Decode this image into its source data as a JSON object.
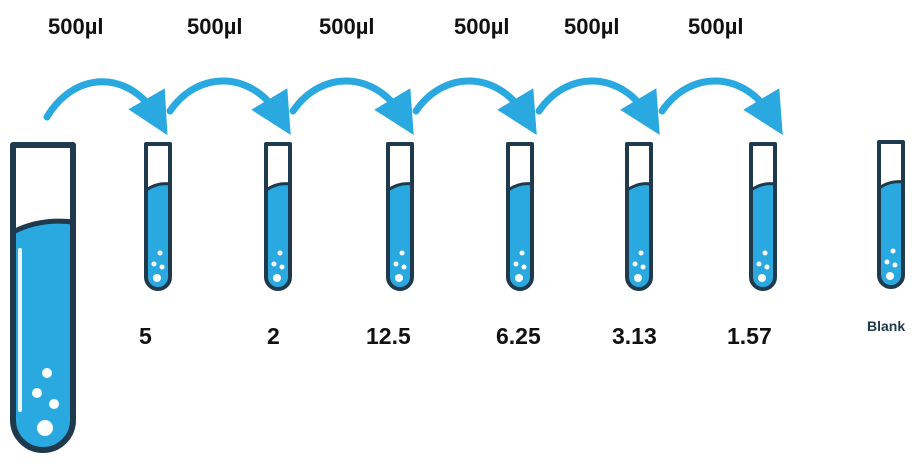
{
  "transfer_volumes": [
    "500µl",
    "500µl",
    "500µl",
    "500µl",
    "500µl",
    "500µl"
  ],
  "tubes": [
    {
      "concentration": "5"
    },
    {
      "concentration": "2"
    },
    {
      "concentration": "12.5"
    },
    {
      "concentration": "6.25"
    },
    {
      "concentration": "3.13"
    },
    {
      "concentration": "1.57"
    }
  ],
  "blank": {
    "label": "Blank"
  },
  "colors": {
    "liquid": "#2aa8e0",
    "outline": "#1e3a4c",
    "arrow": "#2aa8e0",
    "text": "#111111"
  }
}
